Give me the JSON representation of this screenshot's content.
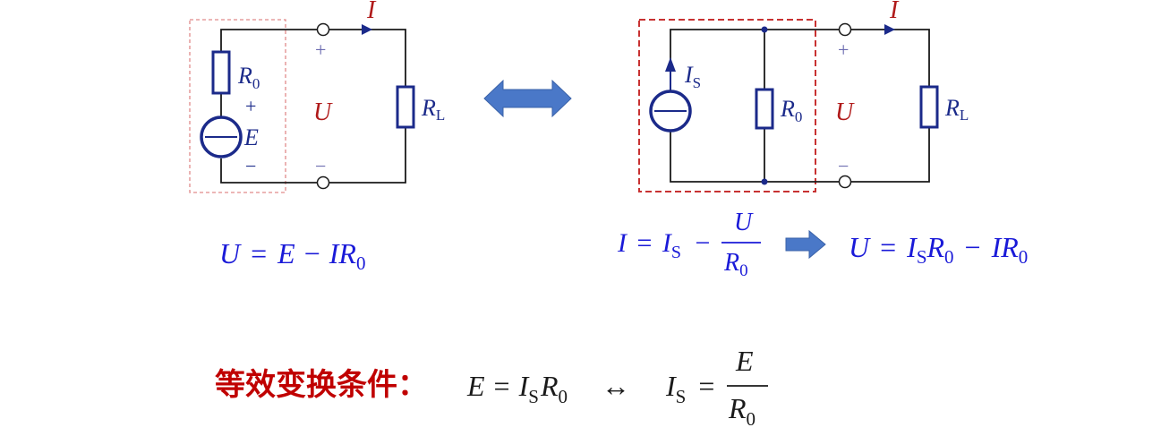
{
  "left_circuit": {
    "resistor_label": {
      "main": "R",
      "sub": "0"
    },
    "source_label": "E",
    "source_plus": "+",
    "source_minus": "−",
    "terminal_plus": "+",
    "terminal_minus": "−",
    "voltage_label": "U",
    "current_label": "I",
    "load_label": {
      "main": "R",
      "sub": "L"
    }
  },
  "right_circuit": {
    "source_label": {
      "main": "I",
      "sub": "S"
    },
    "resistor_label": {
      "main": "R",
      "sub": "0"
    },
    "terminal_plus": "+",
    "terminal_minus": "−",
    "voltage_label": "U",
    "current_label": "I",
    "load_label": {
      "main": "R",
      "sub": "L"
    }
  },
  "equations": {
    "left": {
      "U": "U",
      "eq": "=",
      "E": "E",
      "minus": "−",
      "I": "I",
      "R": "R",
      "sub0": "0"
    },
    "right_current": {
      "I": "I",
      "eq": "=",
      "Is": "I",
      "subS": "S",
      "minus": "−",
      "num": "U",
      "den": "R",
      "sub0": "0"
    },
    "right_voltage": {
      "U": "U",
      "eq": "=",
      "Is": "I",
      "subS": "S",
      "R1": "R",
      "sub0a": "0",
      "minus": "−",
      "I": "I",
      "R2": "R",
      "sub0b": "0"
    }
  },
  "condition": {
    "title": "等效变换条件：",
    "E": "E",
    "eq1": "=",
    "Is": "I",
    "subS": "S",
    "R": "R",
    "sub0": "0",
    "arrow": "↔",
    "Is2": "I",
    "subS2": "S",
    "eq2": "=",
    "num": "E",
    "den": "R",
    "sub0b": "0"
  },
  "colors": {
    "wire": "#1a1a1a",
    "component": "#1b2a8a",
    "red_text": "#b01a1a",
    "blue_text": "#1a1ad8",
    "arrow_fill": "#4a78c8",
    "dashed_box_light": "#e08a8a",
    "dashed_box_dark": "#c83232",
    "title_red": "#c00000",
    "black_text": "#1a1a1a"
  }
}
